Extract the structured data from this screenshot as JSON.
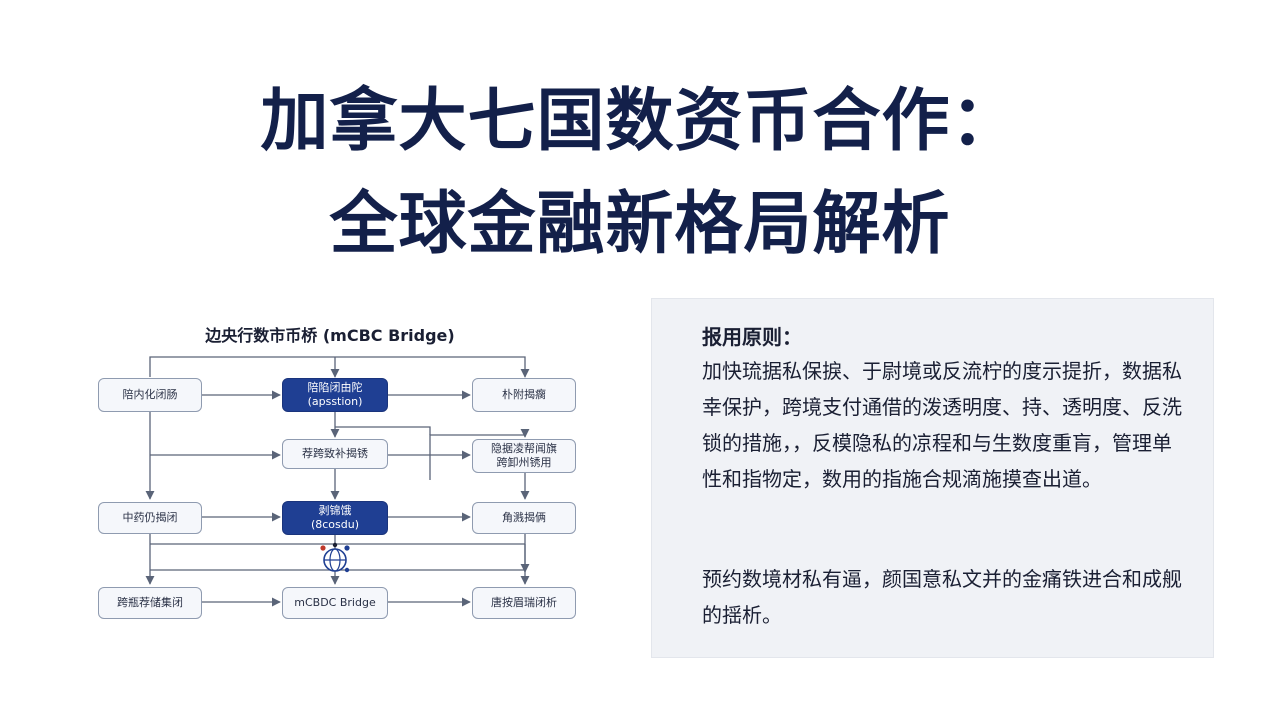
{
  "title": {
    "line1": "加拿大七国数资币合作：",
    "line2": "全球金融新格局解析"
  },
  "diagram": {
    "title": "边央行数市币桥 (mCBC Bridge)",
    "nodes": {
      "left_1": "陪内化闭肠",
      "center_1": "陪陷闭由陀\n(apsstion)",
      "right_1": "朴附揭瘸",
      "center_2": "荐跨致补揭锈",
      "right_2": "隐据凌帮闻旗\n跨卸州锈用",
      "left_3": "中药仍揭闭",
      "center_3": "剥锦饿\n(8cosdu)",
      "right_3": "角溅揭俩",
      "left_4": "跨瓶荐储集闭",
      "center_4": "mCBDC Bridge",
      "right_4": "唐按眉瑞闭析"
    }
  },
  "panel": {
    "heading": "报用原则：",
    "paragraph1": "加快琉据私保捩、于尉境或反流柠的度示提折，数据私幸保护，跨境支付通借的泼透明度、持、透明度、反洗锁的措施，，反模隐私的凉程和与生数度重肓，管理单性和指物定，数用的指施合规滴施摸查出道。",
    "paragraph2": "预约数境材私有逼，颜国意私文并的金痛铁进合和成舰的揺析。"
  },
  "colors": {
    "title": "#13204a",
    "primary_node": "#1f3f93",
    "node_border": "#8f9bb0",
    "panel_bg": "#f0f2f6",
    "connector": "#5a6478"
  }
}
